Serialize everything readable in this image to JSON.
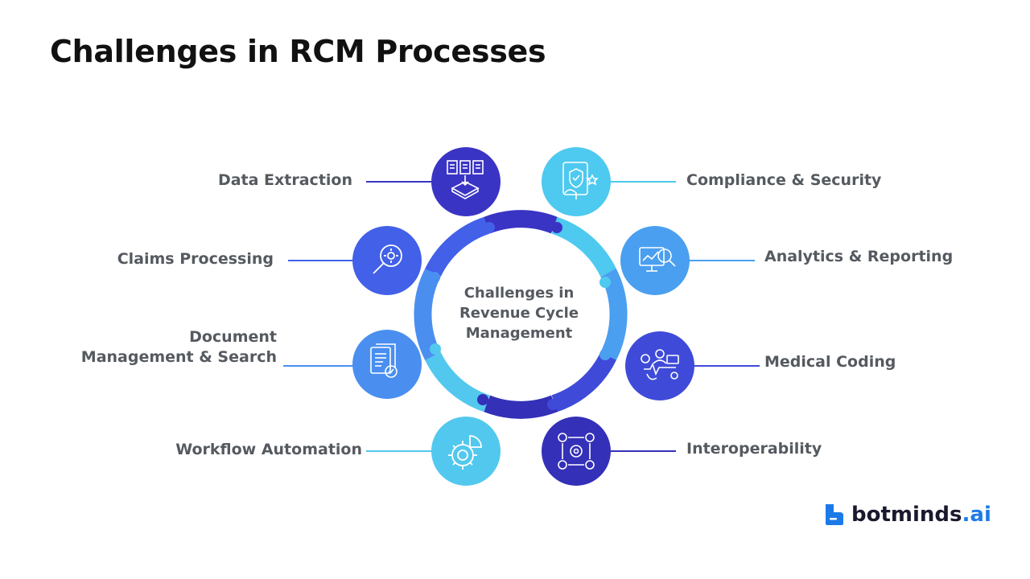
{
  "title": "Challenges in RCM Processes",
  "center": {
    "lines": [
      "Challenges in",
      "Revenue Cycle",
      "Management"
    ]
  },
  "items": [
    {
      "label": "Data Extraction",
      "icon": "document-extraction-icon",
      "color": "#3a34c4"
    },
    {
      "label": "Compliance & Security",
      "icon": "compliance-shield-icon",
      "color": "#4ec9ef"
    },
    {
      "label": "Claims Processing",
      "icon": "magnifier-gear-icon",
      "color": "#4260e8"
    },
    {
      "label": "Analytics & Reporting",
      "icon": "analytics-monitor-icon",
      "color": "#4a9ff0"
    },
    {
      "label": "Document",
      "label2": "Management & Search",
      "icon": "document-check-icon",
      "color": "#4a8ff0"
    },
    {
      "label": "Medical Coding",
      "icon": "medical-coding-icon",
      "color": "#3f4bd8"
    },
    {
      "label": "Workflow Automation",
      "icon": "gear-chart-icon",
      "color": "#52c8ee"
    },
    {
      "label": "Interoperability",
      "icon": "gears-cycle-icon",
      "color": "#3430b8"
    }
  ],
  "brand": {
    "name": "botminds",
    "tld": ".ai",
    "color": "#1c7ae8"
  }
}
